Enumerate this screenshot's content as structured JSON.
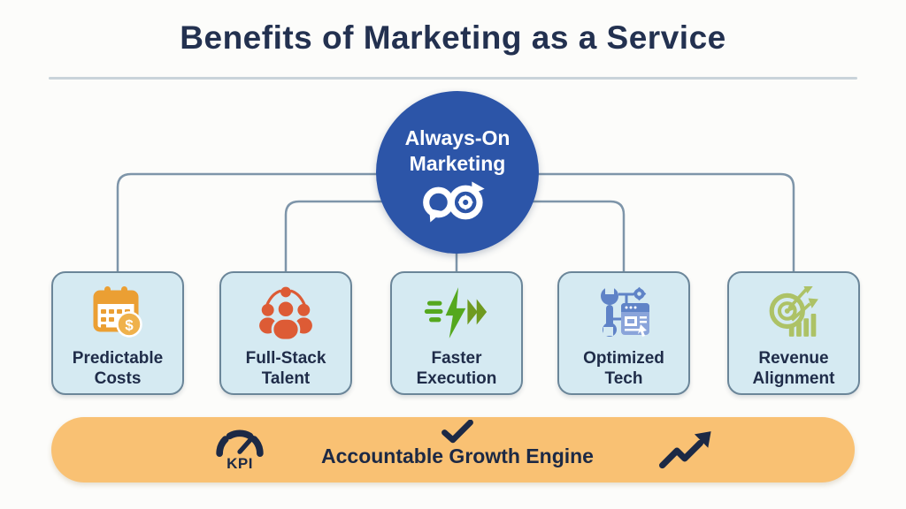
{
  "title": "Benefits of Marketing as a Service",
  "hub": {
    "line1": "Always-On",
    "line2": "Marketing",
    "icon": "infinity-loop-gear-icon"
  },
  "benefits": [
    {
      "line1": "Predictable",
      "line2": "Costs",
      "icon": "calendar-dollar-icon"
    },
    {
      "line1": "Full-Stack",
      "line2": "Talent",
      "icon": "team-icon"
    },
    {
      "line1": "Faster",
      "line2": "Execution",
      "icon": "speed-lightning-icon"
    },
    {
      "line1": "Optimized",
      "line2": "Tech",
      "icon": "wrench-settings-icon"
    },
    {
      "line1": "Revenue",
      "line2": "Alignment",
      "icon": "target-growth-icon"
    }
  ],
  "banner": {
    "kpi_label": "KPI",
    "label": "Accountable Growth Engine",
    "left_icon": "kpi-gauge-icon",
    "center_icon": "checkmark-icon",
    "right_icon": "growth-arrow-icon"
  },
  "colors": {
    "page_bg": "#fcfcfa",
    "title_text": "#233150",
    "divider": "#c9d3da",
    "connector": "#7e95a9",
    "hub_fill": "#2c55a8",
    "hub_text": "#ffffff",
    "box_fill": "#d5eaf2",
    "box_border": "#6b8699",
    "box_text": "#1f2c49",
    "banner_fill": "#f9c173",
    "banner_text": "#1c2945",
    "icon_orange": "#eb9f33",
    "icon_coin": "#efb14b",
    "icon_people": "#dd5b35",
    "icon_green": "#55a81e",
    "icon_green_dark": "#6f9a1f",
    "icon_blue": "#5f83c7",
    "icon_blue_light": "#8aa4da",
    "icon_olive": "#adc266"
  }
}
